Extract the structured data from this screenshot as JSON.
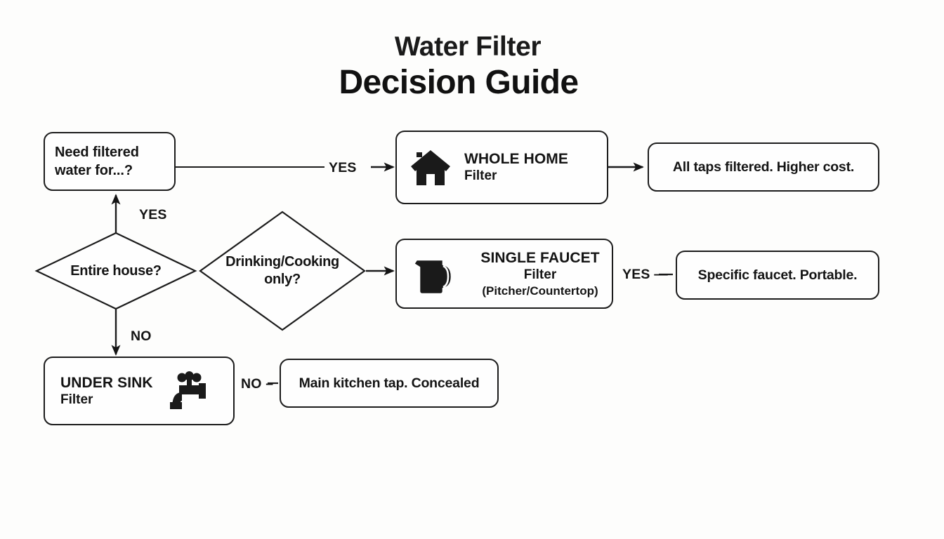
{
  "title": {
    "line1": "Water Filter",
    "line2": "Decision Guide"
  },
  "colors": {
    "background": "#fdfdfc",
    "stroke": "#1c1c1c",
    "text": "#141414",
    "icon": "#1a1a1a"
  },
  "nodes": {
    "start_question": {
      "text_line1": "Need filtered",
      "text_line2": "water for...?"
    },
    "decision_entire_house": {
      "label": "Entire house?"
    },
    "decision_drinking_cooking": {
      "label_line1": "Drinking/Cooking",
      "label_line2": "only?"
    },
    "whole_home": {
      "primary": "WHOLE HOME",
      "secondary": "Filter",
      "icon": "house-icon"
    },
    "single_faucet": {
      "primary": "SINGLE FAUCET",
      "secondary": "Filter",
      "tertiary": "(Pitcher/Countertop)",
      "icon": "pitcher-icon"
    },
    "under_sink": {
      "primary": "UNDER SINK",
      "secondary": "Filter",
      "icon": "faucet-icon"
    },
    "outcome_whole_home": {
      "text": "All taps filtered. Higher cost."
    },
    "outcome_single_faucet": {
      "text": "Specific faucet. Portable."
    },
    "outcome_under_sink": {
      "text": "Main kitchen tap. Concealed"
    }
  },
  "connectors": {
    "start_to_whole_home": "YES",
    "entire_house_yes": "YES",
    "entire_house_no": "NO",
    "single_faucet_yes": "YES —",
    "under_sink_no": "NO –"
  }
}
